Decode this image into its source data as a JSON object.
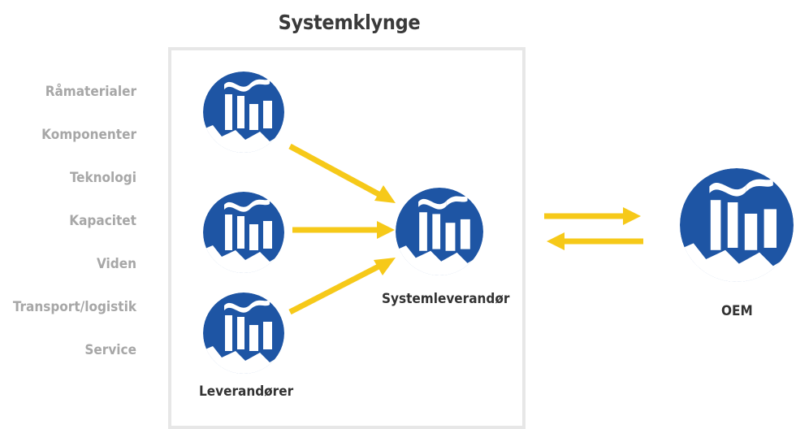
{
  "title": "Systemklynge",
  "factors": [
    "Råmaterialer",
    "Komponenter",
    "Teknologi",
    "Kapacitet",
    "Viden",
    "Transport/logistik",
    "Service"
  ],
  "labels": {
    "suppliers": "Leverandører",
    "system_supplier": "Systemleverandør",
    "oem": "OEM"
  },
  "icons": {
    "supplier": "factory-icon",
    "system_supplier": "factory-icon",
    "oem": "factory-icon"
  },
  "colors": {
    "icon": "#1e55a4",
    "arrow": "#f6c919",
    "title": "#3a3a3a",
    "factor_text": "#a7a7a7",
    "box_border": "#e7e7e7"
  }
}
